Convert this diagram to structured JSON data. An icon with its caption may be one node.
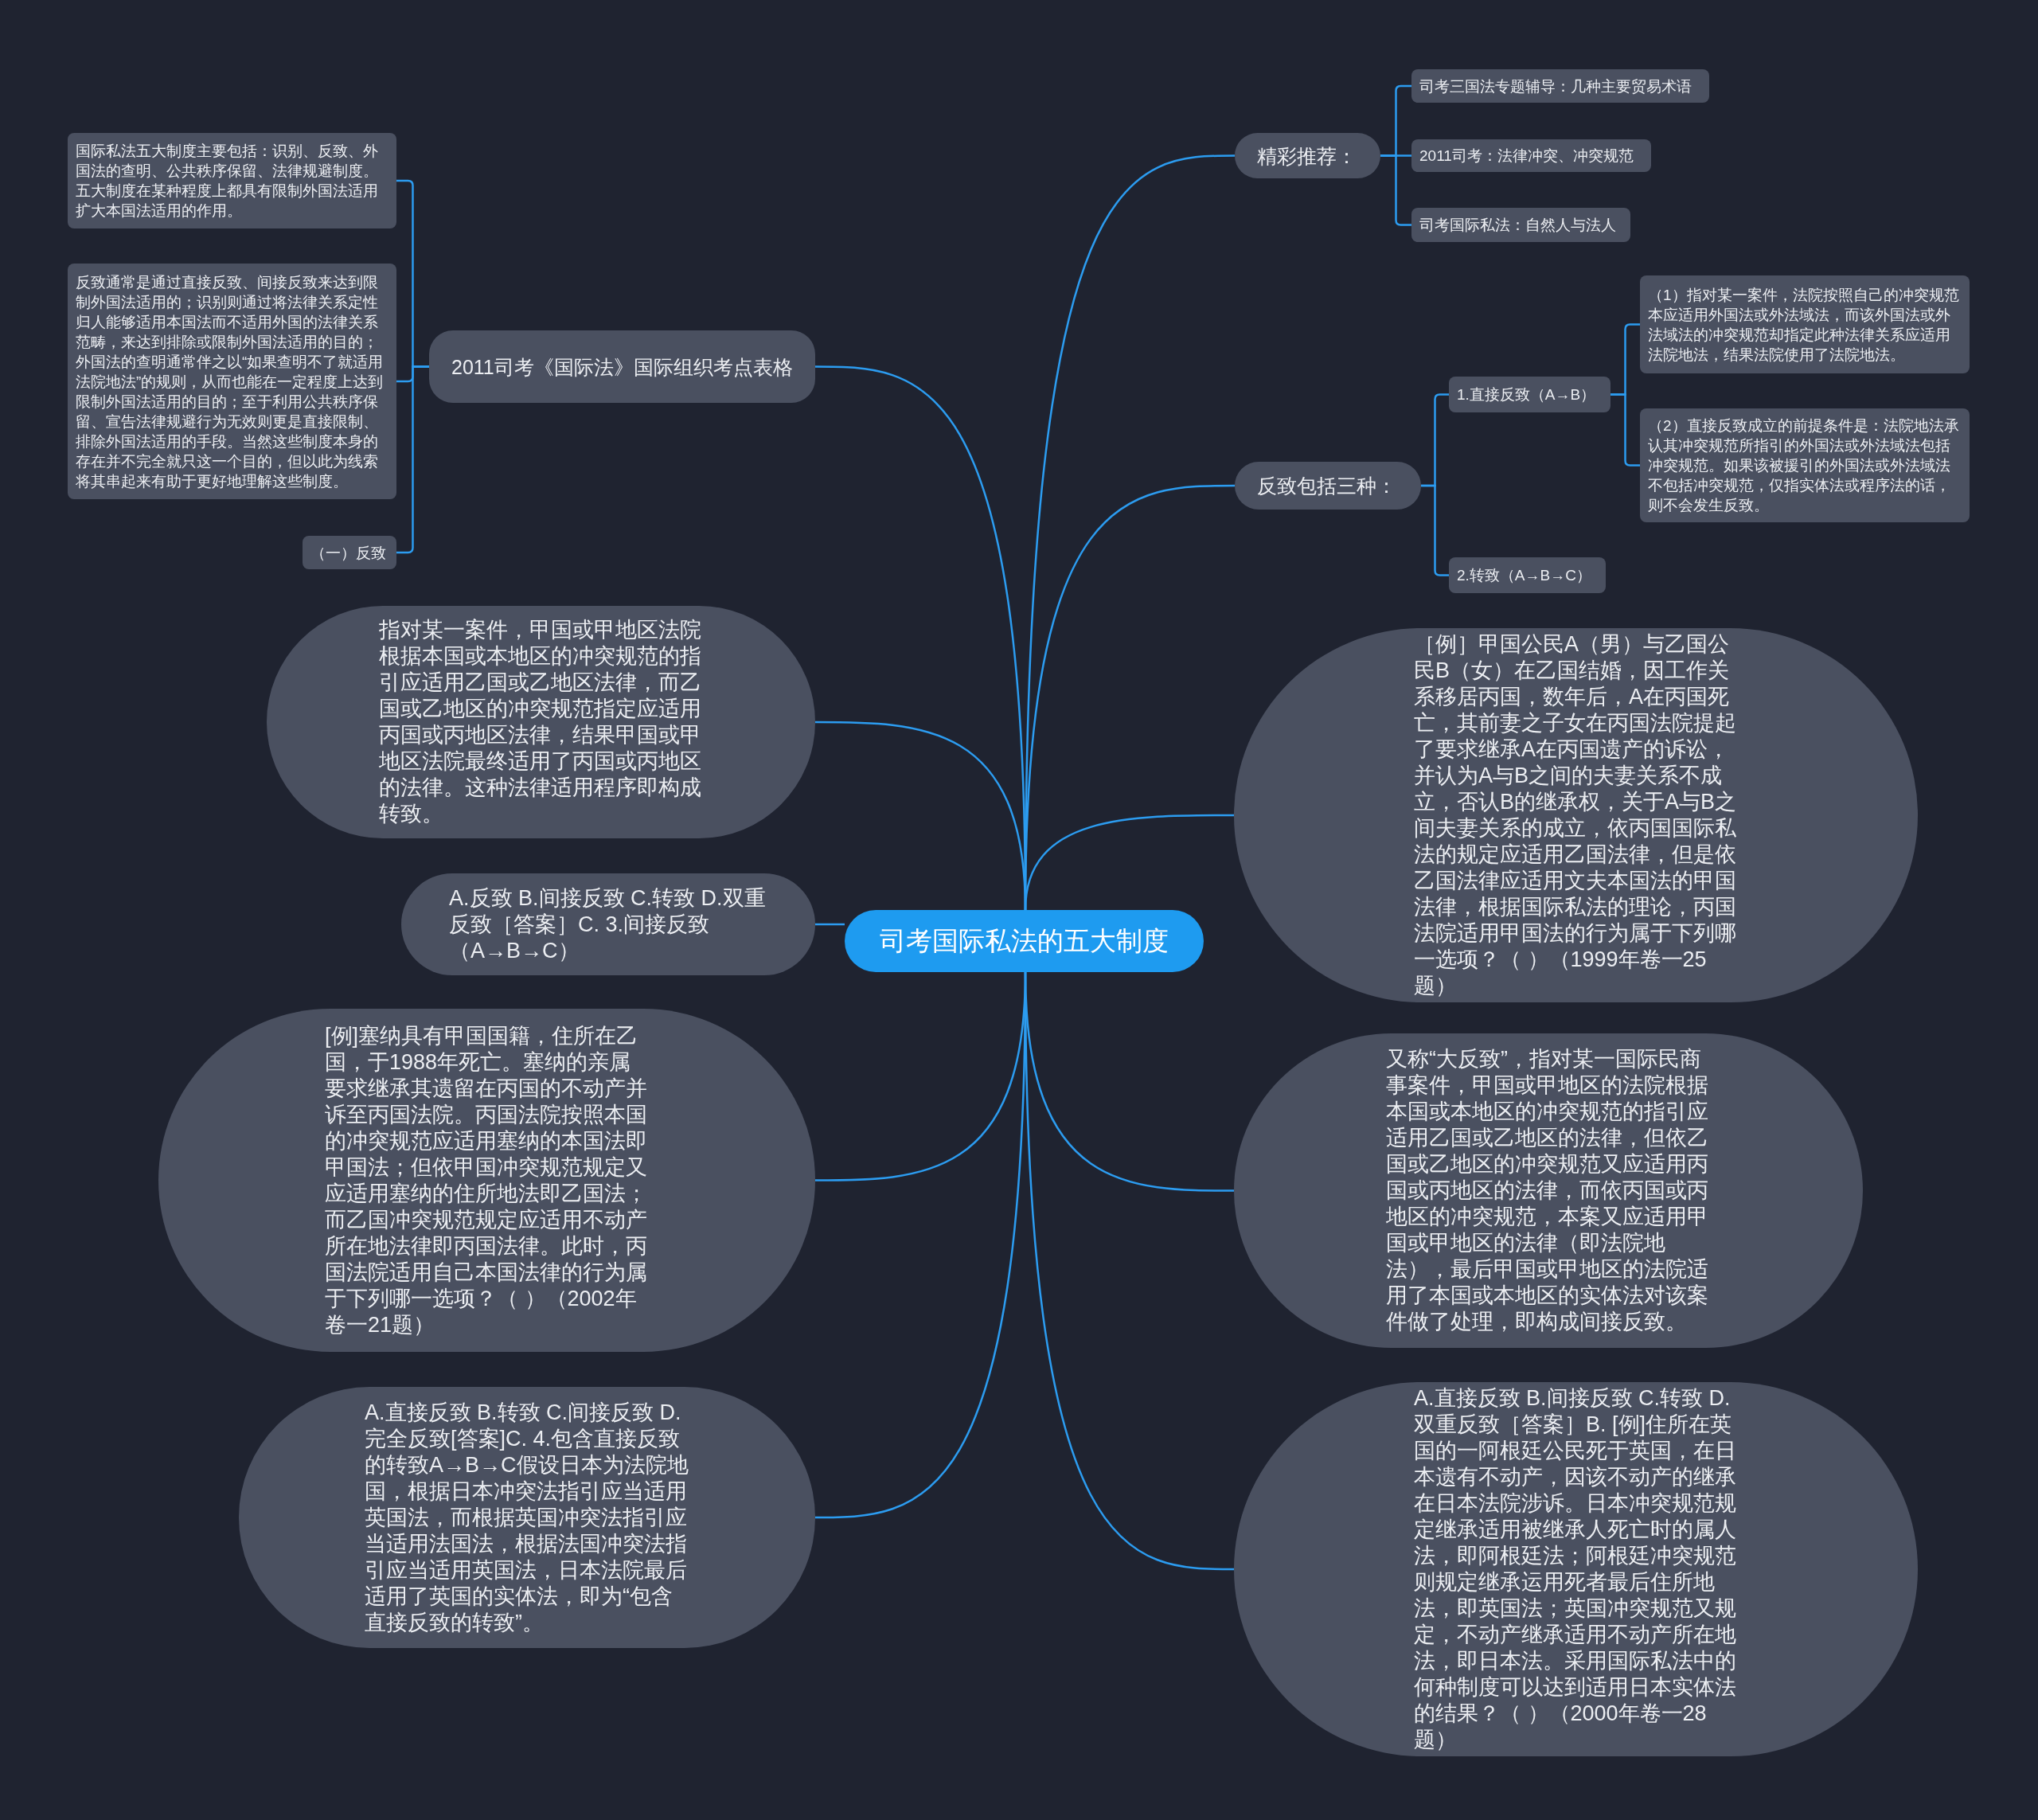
{
  "diagram": {
    "nodes": [
      {
        "text": [
          "司考国际私法的五大制度"
        ]
      },
      {
        "text": [
          "2011司考《国际法》国际组织考点表格"
        ]
      },
      {
        "text": [
          "国际私法五大制度主要包括：识别、反致、外国法的查明、公共秩序保留、法律规避制度。五大制度在某种程度上都具有限制外国法适用扩大本国法适用的作用。"
        ]
      },
      {
        "text": [
          "反致通常是通过直接反致、间接反致来达到限制外国法适用的；识别则通过将法律关系定性归人能够适用本国法而不适用外国的法律关系范畴，来达到排除或限制外国法适用的目的；外国法的查明通常伴之以“如果查明不了就适用法院地法”的规则，从而也能在一定程度上达到限制外国法适用的目的；至于利用公共秩序保留、宣告法律规避行为无效则更是直接限制、排除外国法适用的手段。当然这些制度本身的存在并不完全就只这一个目的，但以此为线索将其串起来有助于更好地理解这些制度。"
        ]
      },
      {
        "text": [
          "（一）反致"
        ]
      },
      {
        "text": [
          "指对某一案件，甲国或甲地区法院根据本国或本地区的冲突规范的指引应适用乙国或乙地区法律，而乙国或乙地区的冲突规范指定应适用丙国或丙地区法律，结果甲国或甲地区法院最终适用了丙国或丙地区的法律。这种法律适用程序即构成转致。"
        ]
      },
      {
        "text": [
          "A.反致 B.间接反致 C.转致 D.双重反致［答案］C. 3.间接反致（A→B→C）"
        ]
      },
      {
        "text": [
          "[例]塞纳具有甲国国籍，住所在乙国，于1988年死亡。塞纳的亲属要求继承其遗留在丙国的不动产并诉至丙国法院。丙国法院按照本国的冲突规范应适用塞纳的本国法即甲国法；但依甲国冲突规范规定又应适用塞纳的住所地法即乙国法；而乙国冲突规范规定应适用不动产所在地法律即丙国法律。此时，丙国法院适用自己本国法律的行为属于下列哪一选项？（ ）（2002年卷一21题）"
        ]
      },
      {
        "text": [
          "A.直接反致 B.转致 C.间接反致 D.完全反致[答案]C. 4.包含直接反致的转致A→B→C假设日本为法院地国，根据日本冲突法指引应当适用英国法，而根据英国冲突法指引应当适用法国法，根据法国冲突法指引应当适用英国法，日本法院最后适用了英国的实体法，即为“包含直接反致的转致”。"
        ]
      },
      {
        "text": [
          "精彩推荐："
        ]
      },
      {
        "text": [
          "司考三国法专题辅导：几种主要贸易术语"
        ]
      },
      {
        "text": [
          "2011司考：法律冲突、冲突规范"
        ]
      },
      {
        "text": [
          "司考国际私法：自然人与法人"
        ]
      },
      {
        "text": [
          "反致包括三种："
        ]
      },
      {
        "text": [
          "1.直接反致（A→B）"
        ]
      },
      {
        "text": [
          "（1）指对某一案件，法院按照自己的冲突规范本应适用外国法或外法域法，而该外国法或外法域法的冲突规范却指定此种法律关系应适用法院地法，结果法院使用了法院地法。"
        ]
      },
      {
        "text": [
          "（2）直接反致成立的前提条件是：法院地法承认其冲突规范所指引的外国法或外法域法包括冲突规范。如果该被援引的外国法或外法域法不包括冲突规范，仅指实体法或程序法的话，则不会发生反致。"
        ]
      },
      {
        "text": [
          "2.转致（A→B→C）"
        ]
      },
      {
        "text": [
          "［例］甲国公民A（男）与乙国公民B（女）在乙国结婚，因工作关系移居丙国，数年后，A在丙国死亡，其前妻之子女在丙国法院提起了要求继承A在丙国遗产的诉讼，并认为A与B之间的夫妻关系不成立，否认B的继承权，关于A与B之间夫妻关系的成立，依丙国国际私法的规定应适用乙国法律，但是依乙国法律应适用文夫本国法的甲国法律，根据国际私法的理论，丙国法院适用甲国法的行为属于下列哪一选项？（ ）（1999年卷一25题）"
        ]
      },
      {
        "text": [
          "又称“大反致”，指对某一国际民商事案件，甲国或甲地区的法院根据本国或本地区的冲突规范的指引应适用乙国或乙地区的法律，但依乙国或乙地区的冲突规范又应适用丙国或丙地区的法律，而依丙国或丙地区的冲突规范，本案又应适用甲国或甲地区的法律（即法院地法），最后甲国或甲地区的法院适用了本国或本地区的实体法对该案件做了处理，即构成间接反致。"
        ]
      },
      {
        "text": [
          "A.直接反致 B.间接反致 C.转致 D.双重反致［答案］B. [例]住所在英国的一阿根廷公民死于英国，在日本遗有不动产，因该不动产的继承在日本法院涉诉。日本冲突规范规定继承适用被继承人死亡时的属人法，即阿根廷法；阿根廷冲突规范则规定继承运用死者最后住所地法，即英国法；英国冲突规范又规定，不动产继承适用不动产所在地法，即日本法。采用国际私法中的何种制度可以达到适用日本实体法的结果？（ ）（2000年卷一28题）"
        ]
      }
    ],
    "edges": [
      {
        "from": 0,
        "to": 1,
        "arrow": "none"
      },
      {
        "from": 1,
        "to": 2,
        "arrow": "none"
      },
      {
        "from": 1,
        "to": 3,
        "arrow": "none"
      },
      {
        "from": 1,
        "to": 4,
        "arrow": "none"
      },
      {
        "from": 0,
        "to": 5,
        "arrow": "none"
      },
      {
        "from": 0,
        "to": 6,
        "arrow": "none"
      },
      {
        "from": 0,
        "to": 7,
        "arrow": "none"
      },
      {
        "from": 0,
        "to": 8,
        "arrow": "none"
      },
      {
        "from": 0,
        "to": 9,
        "arrow": "none"
      },
      {
        "from": 9,
        "to": 10,
        "arrow": "none"
      },
      {
        "from": 9,
        "to": 11,
        "arrow": "none"
      },
      {
        "from": 9,
        "to": 12,
        "arrow": "none"
      },
      {
        "from": 0,
        "to": 13,
        "arrow": "none"
      },
      {
        "from": 13,
        "to": 14,
        "arrow": "none"
      },
      {
        "from": 14,
        "to": 15,
        "arrow": "none"
      },
      {
        "from": 14,
        "to": 16,
        "arrow": "none"
      },
      {
        "from": 13,
        "to": 17,
        "arrow": "none"
      },
      {
        "from": 0,
        "to": 18,
        "arrow": "none"
      },
      {
        "from": 0,
        "to": 19,
        "arrow": "none"
      },
      {
        "from": 0,
        "to": 20,
        "arrow": "none"
      }
    ]
  }
}
